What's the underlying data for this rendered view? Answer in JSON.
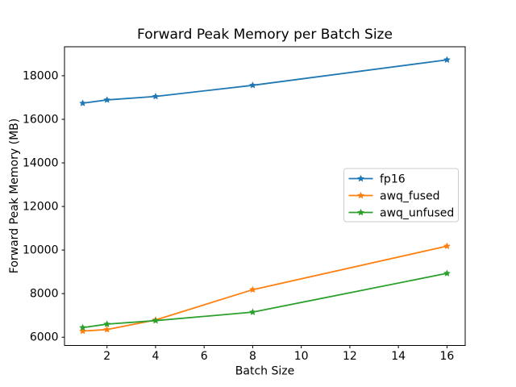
{
  "figure": {
    "background": "#ffffff",
    "spine_color": "#000000",
    "legend_border_color": "#cccccc",
    "legend_background": "#ffffff"
  },
  "chart_data": {
    "type": "line",
    "title": "Forward Peak Memory per Batch Size",
    "xlabel": "Batch Size",
    "ylabel": "Forward Peak Memory (MB)",
    "x": [
      1,
      2,
      4,
      8,
      16
    ],
    "series": [
      {
        "name": "fp16",
        "color": "#1f77b4",
        "values": [
          16740,
          16890,
          17050,
          17560,
          18730
        ]
      },
      {
        "name": "awq_fused",
        "color": "#ff7f0e",
        "values": [
          6280,
          6350,
          6790,
          8180,
          10180
        ]
      },
      {
        "name": "awq_unfused",
        "color": "#2ca02c",
        "values": [
          6440,
          6600,
          6760,
          7150,
          8930
        ]
      }
    ],
    "xticks": [
      2,
      4,
      6,
      8,
      10,
      12,
      14,
      16
    ],
    "yticks": [
      6000,
      8000,
      10000,
      12000,
      14000,
      16000,
      18000
    ],
    "xlim": [
      0.25,
      16.75
    ],
    "ylim": [
      5620,
      19330
    ],
    "marker": "star",
    "grid": false,
    "legend_position": "center right"
  }
}
